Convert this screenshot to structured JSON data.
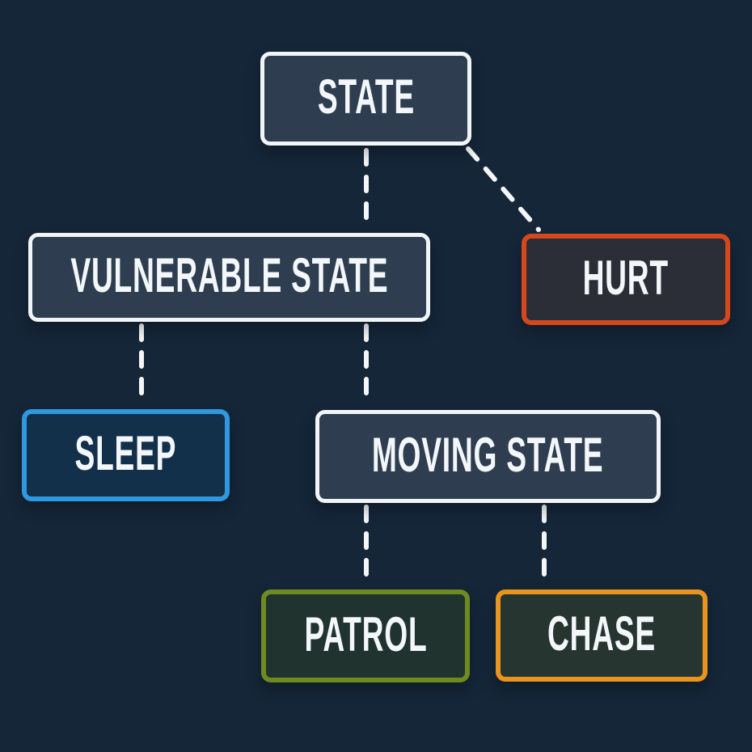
{
  "diagram": {
    "background_color": "#152639",
    "connector": {
      "color": "#f4f6f8",
      "style": "dashed"
    },
    "nodes": [
      {
        "id": "state",
        "label": "STATE",
        "border_color": "#f2f5f7",
        "fill_color": "#2e3e50"
      },
      {
        "id": "vulnerable",
        "label": "VULNERABLE STATE",
        "border_color": "#f2f5f7",
        "fill_color": "#2e3e50"
      },
      {
        "id": "hurt",
        "label": "HURT",
        "border_color": "#d5471c",
        "fill_color": "#2b2e36"
      },
      {
        "id": "sleep",
        "label": "SLEEP",
        "border_color": "#2f98de",
        "fill_color": "#13304a"
      },
      {
        "id": "moving",
        "label": "MOVING STATE",
        "border_color": "#f2f5f7",
        "fill_color": "#2e3e50"
      },
      {
        "id": "patrol",
        "label": "PATROL",
        "border_color": "#6f8a20",
        "fill_color": "#20332e"
      },
      {
        "id": "chase",
        "label": "CHASE",
        "border_color": "#e8941f",
        "fill_color": "#273530"
      }
    ],
    "edges": [
      {
        "from": "state",
        "to": "vulnerable"
      },
      {
        "from": "state",
        "to": "hurt"
      },
      {
        "from": "vulnerable",
        "to": "sleep"
      },
      {
        "from": "vulnerable",
        "to": "moving"
      },
      {
        "from": "moving",
        "to": "patrol"
      },
      {
        "from": "moving",
        "to": "chase"
      }
    ]
  }
}
